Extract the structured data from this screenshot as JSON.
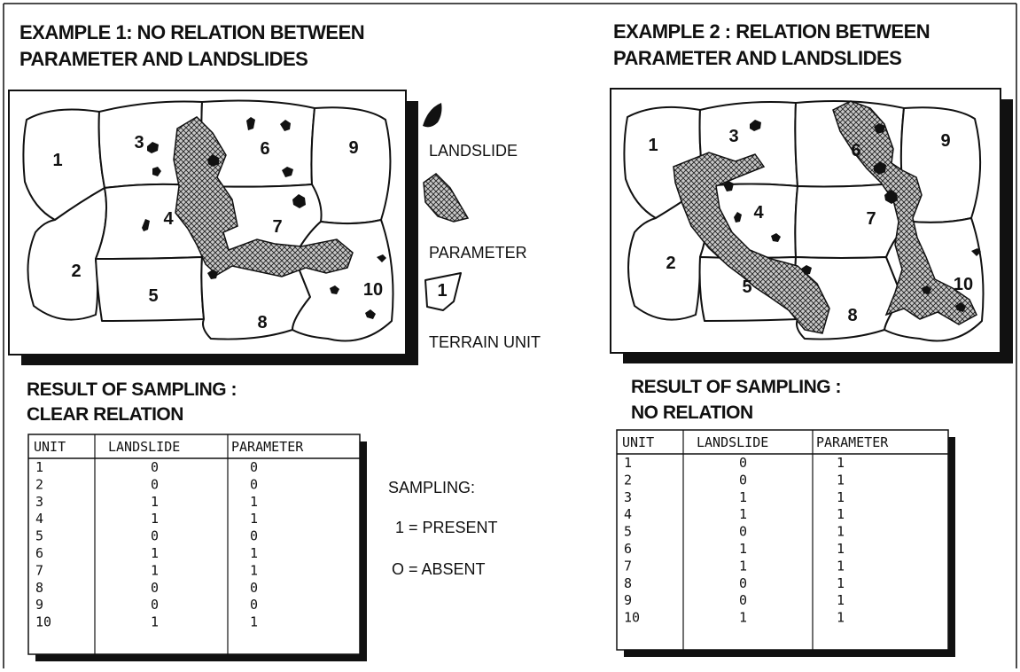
{
  "example1": {
    "title_line1": "EXAMPLE 1:  NO RELATION BETWEEN",
    "title_line2": "PARAMETER AND LANDSLIDES",
    "units": [
      "1",
      "2",
      "3",
      "4",
      "5",
      "6",
      "7",
      "8",
      "9",
      "10"
    ],
    "result_line1": "RESULT OF SAMPLING :",
    "result_line2": "CLEAR RELATION",
    "table": {
      "headers": [
        "UNIT",
        "LANDSLIDE",
        "PARAMETER"
      ],
      "rows": [
        [
          "1",
          "0",
          "0"
        ],
        [
          "2",
          "0",
          "0"
        ],
        [
          "3",
          "1",
          "1"
        ],
        [
          "4",
          "1",
          "1"
        ],
        [
          "5",
          "0",
          "0"
        ],
        [
          "6",
          "1",
          "1"
        ],
        [
          "7",
          "1",
          "1"
        ],
        [
          "8",
          "0",
          "0"
        ],
        [
          "9",
          "0",
          "0"
        ],
        [
          "10",
          "1",
          "1"
        ]
      ]
    }
  },
  "example2": {
    "title_line1": "EXAMPLE 2 : RELATION BETWEEN",
    "title_line2": "PARAMETER AND LANDSLIDES",
    "units": [
      "1",
      "2",
      "3",
      "4",
      "5",
      "6",
      "7",
      "8",
      "9",
      "10"
    ],
    "result_line1": "RESULT OF SAMPLING :",
    "result_line2": "NO RELATION",
    "table": {
      "headers": [
        "UNIT",
        "LANDSLIDE",
        "PARAMETER"
      ],
      "rows": [
        [
          "1",
          "0",
          "1"
        ],
        [
          "2",
          "0",
          "1"
        ],
        [
          "3",
          "1",
          "1"
        ],
        [
          "4",
          "1",
          "1"
        ],
        [
          "5",
          "0",
          "1"
        ],
        [
          "6",
          "1",
          "1"
        ],
        [
          "7",
          "1",
          "1"
        ],
        [
          "8",
          "0",
          "1"
        ],
        [
          "9",
          "0",
          "1"
        ],
        [
          "10",
          "1",
          "1"
        ]
      ]
    }
  },
  "legend": {
    "landslide": "LANDSLIDE",
    "parameter": "PARAMETER",
    "terrain_unit": "TERRAIN UNIT",
    "terrain_unit_number": "1"
  },
  "sampling": {
    "title": "SAMPLING:",
    "present": "1 = PRESENT",
    "absent": "O = ABSENT"
  }
}
